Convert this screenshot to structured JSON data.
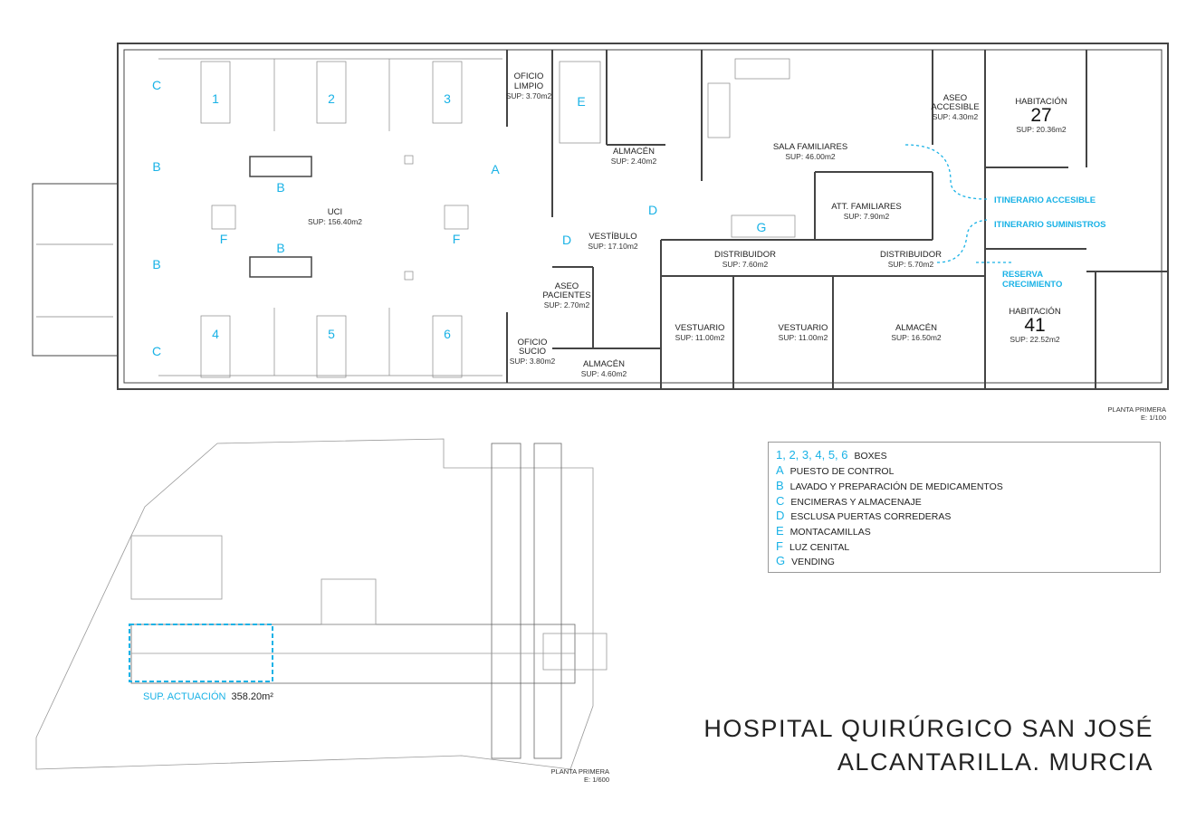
{
  "rooms": {
    "uci": {
      "name": "UCI",
      "sup": "SUP: 156.40m2"
    },
    "oficio_limpio": {
      "name": "OFICIO\nLIMPIO",
      "sup": "SUP: 3.70m2"
    },
    "almacen_1": {
      "name": "ALMACÉN",
      "sup": "SUP: 2.40m2"
    },
    "sala_familiares": {
      "name": "SALA FAMILIARES",
      "sup": "SUP: 46.00m2"
    },
    "aseo_accesible": {
      "name": "ASEO\nACCESIBLE",
      "sup": "SUP: 4.30m2"
    },
    "habitacion_27": {
      "name": "HABITACIÓN",
      "number": "27",
      "sup": "SUP: 20.36m2"
    },
    "att_familiares": {
      "name": "ATT. FAMILIARES",
      "sup": "SUP: 7.90m2"
    },
    "vestibulo": {
      "name": "VESTÍBULO",
      "sup": "SUP: 17.10m2"
    },
    "distribuidor_1": {
      "name": "DISTRIBUIDOR",
      "sup": "SUP: 7.60m2"
    },
    "distribuidor_2": {
      "name": "DISTRIBUIDOR",
      "sup": "SUP: 5.70m2"
    },
    "aseo_pacientes": {
      "name": "ASEO\nPACIENTES",
      "sup": "SUP: 2.70m2"
    },
    "oficio_sucio": {
      "name": "OFICIO\nSUCIO",
      "sup": "SUP: 3.80m2"
    },
    "almacen_2": {
      "name": "ALMACÉN",
      "sup": "SUP: 4.60m2"
    },
    "vestuario_1": {
      "name": "VESTUARIO",
      "sup": "SUP: 11.00m2"
    },
    "vestuario_2": {
      "name": "VESTUARIO",
      "sup": "SUP: 11.00m2"
    },
    "almacen_3": {
      "name": "ALMACÉN",
      "sup": "SUP: 16.50m2"
    },
    "habitacion_41": {
      "name": "HABITACIÓN",
      "number": "41",
      "sup": "SUP: 22.52m2"
    }
  },
  "keys": {
    "b1": "1",
    "b2": "2",
    "b3": "3",
    "b4": "4",
    "b5": "5",
    "b6": "6",
    "A": "A",
    "B": "B",
    "C": "C",
    "D": "D",
    "E": "E",
    "F": "F",
    "G": "G"
  },
  "routes": {
    "accesible": "ITINERARIO ACCESIBLE",
    "suministros": "ITINERARIO SUMINISTROS",
    "reserva": "RESERVA\nCRECIMIENTO"
  },
  "scale_main": {
    "label": "PLANTA PRIMERA",
    "scale": "E: 1/100"
  },
  "scale_site": {
    "label": "PLANTA PRIMERA",
    "scale": "E: 1/600"
  },
  "legend": [
    {
      "key": "1, 2, 3, 4, 5, 6",
      "text": "BOXES"
    },
    {
      "key": "A",
      "text": "PUESTO DE CONTROL"
    },
    {
      "key": "B",
      "text": "LAVADO Y PREPARACIÓN DE MEDICAMENTOS"
    },
    {
      "key": "C",
      "text": "ENCIMERAS Y ALMACENAJE"
    },
    {
      "key": "D",
      "text": "ESCLUSA PUERTAS CORREDERAS"
    },
    {
      "key": "E",
      "text": "MONTACAMILLAS"
    },
    {
      "key": "F",
      "text": "LUZ CENITAL"
    },
    {
      "key": "G",
      "text": "VENDING"
    }
  ],
  "actuacion": {
    "label": "SUP. ACTUACIÓN",
    "value": "358.20m²"
  },
  "title": {
    "line1": "HOSPITAL QUIRÚRGICO SAN JOSÉ",
    "line2": "ALCANTARILLA. MURCIA"
  },
  "colors": {
    "accent": "#19b2e6",
    "wall": "#444444"
  }
}
